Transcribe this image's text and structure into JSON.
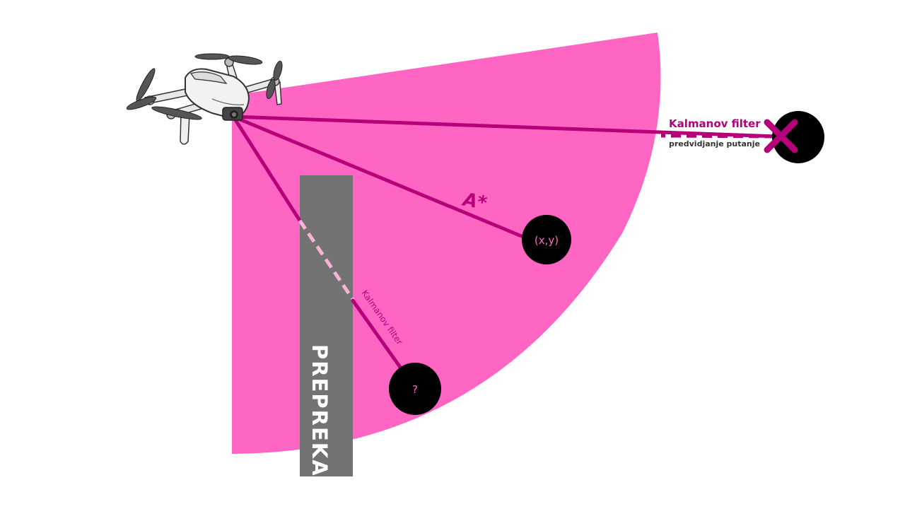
{
  "labels": {
    "obstacle": "PREPREKA",
    "astar": "A*",
    "kalman_top": "Kalmanov filter",
    "kalman_top_sub": "predvidjanje putanje",
    "kalman_diag": "Kalmanov filter"
  },
  "targets": {
    "known": "(x,y)",
    "hidden": "?",
    "lost_marker": "x-mark-icon"
  },
  "colors": {
    "sensor_cone": "#ff66c4",
    "path_line": "#b5007a",
    "dashed_hidden": "#f7b3d8",
    "obstacle": "#737373",
    "target": "#000000",
    "target_text": "#ff66c4",
    "x_mark": "#b5007a",
    "sub_text": "#333333"
  },
  "icons": {
    "drone": "drone-icon"
  }
}
